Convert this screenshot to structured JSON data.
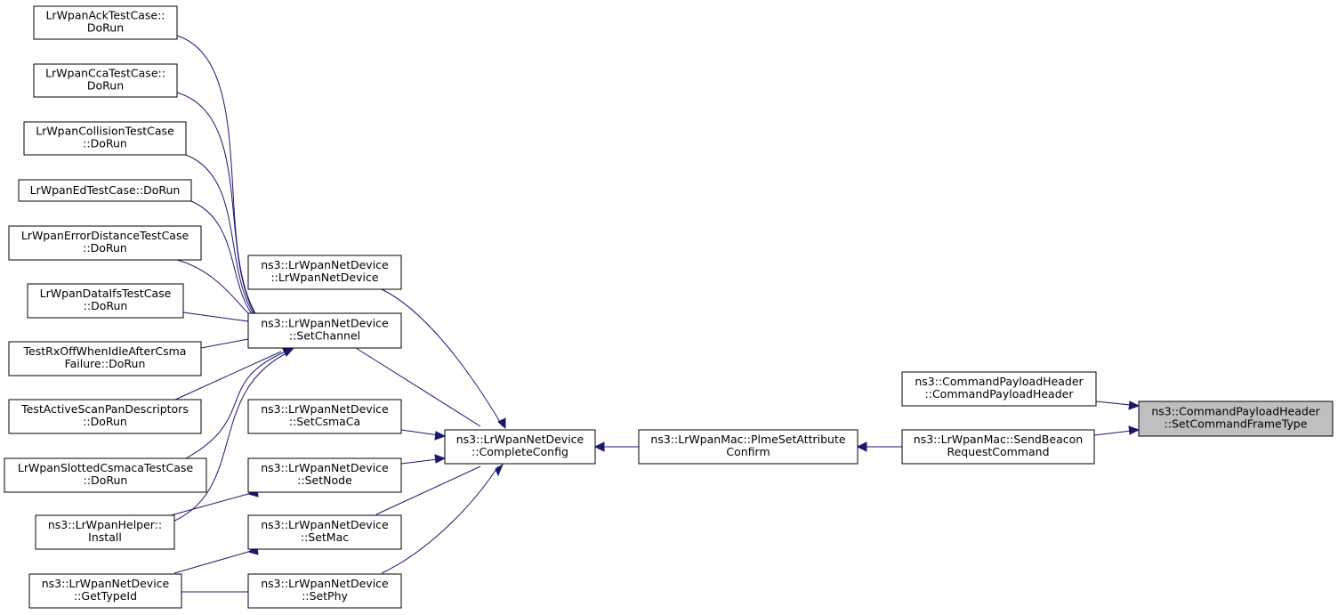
{
  "diagram": {
    "nodes": [
      {
        "id": "ack",
        "lines": [
          "LrWpanAckTestCase::",
          "DoRun"
        ]
      },
      {
        "id": "cca",
        "lines": [
          "LrWpanCcaTestCase::",
          "DoRun"
        ]
      },
      {
        "id": "collision",
        "lines": [
          "LrWpanCollisionTestCase",
          "::DoRun"
        ]
      },
      {
        "id": "ed",
        "lines": [
          "LrWpanEdTestCase::DoRun"
        ]
      },
      {
        "id": "errdist",
        "lines": [
          "LrWpanErrorDistanceTestCase",
          "::DoRun"
        ]
      },
      {
        "id": "dataifs",
        "lines": [
          "LrWpanDataIfsTestCase",
          "::DoRun"
        ]
      },
      {
        "id": "rxoff",
        "lines": [
          "TestRxOffWhenIdleAfterCsma",
          "Failure::DoRun"
        ]
      },
      {
        "id": "activescan",
        "lines": [
          "TestActiveScanPanDescriptors",
          "::DoRun"
        ]
      },
      {
        "id": "slotted",
        "lines": [
          "LrWpanSlottedCsmacaTestCase",
          "::DoRun"
        ]
      },
      {
        "id": "install",
        "lines": [
          "ns3::LrWpanHelper::",
          "Install"
        ]
      },
      {
        "id": "gettypeid",
        "lines": [
          "ns3::LrWpanNetDevice",
          "::GetTypeId"
        ]
      },
      {
        "id": "ctor",
        "lines": [
          "ns3::LrWpanNetDevice",
          "::LrWpanNetDevice"
        ]
      },
      {
        "id": "setchannel",
        "lines": [
          "ns3::LrWpanNetDevice",
          "::SetChannel"
        ]
      },
      {
        "id": "setcsmaca",
        "lines": [
          "ns3::LrWpanNetDevice",
          "::SetCsmaCa"
        ]
      },
      {
        "id": "setnode",
        "lines": [
          "ns3::LrWpanNetDevice",
          "::SetNode"
        ]
      },
      {
        "id": "setmac",
        "lines": [
          "ns3::LrWpanNetDevice",
          "::SetMac"
        ]
      },
      {
        "id": "setphy",
        "lines": [
          "ns3::LrWpanNetDevice",
          "::SetPhy"
        ]
      },
      {
        "id": "completeconfig",
        "lines": [
          "ns3::LrWpanNetDevice",
          "::CompleteConfig"
        ]
      },
      {
        "id": "plmeconfirm",
        "lines": [
          "ns3::LrWpanMac::PlmeSetAttribute",
          "Confirm"
        ]
      },
      {
        "id": "cmdctor",
        "lines": [
          "ns3::CommandPayloadHeader",
          "::CommandPayloadHeader"
        ]
      },
      {
        "id": "sendbeacon",
        "lines": [
          "ns3::LrWpanMac::SendBeacon",
          "RequestCommand"
        ]
      },
      {
        "id": "setcmdtype",
        "lines": [
          "ns3::CommandPayloadHeader",
          "::SetCommandFrameType"
        ],
        "highlight": true
      }
    ]
  }
}
